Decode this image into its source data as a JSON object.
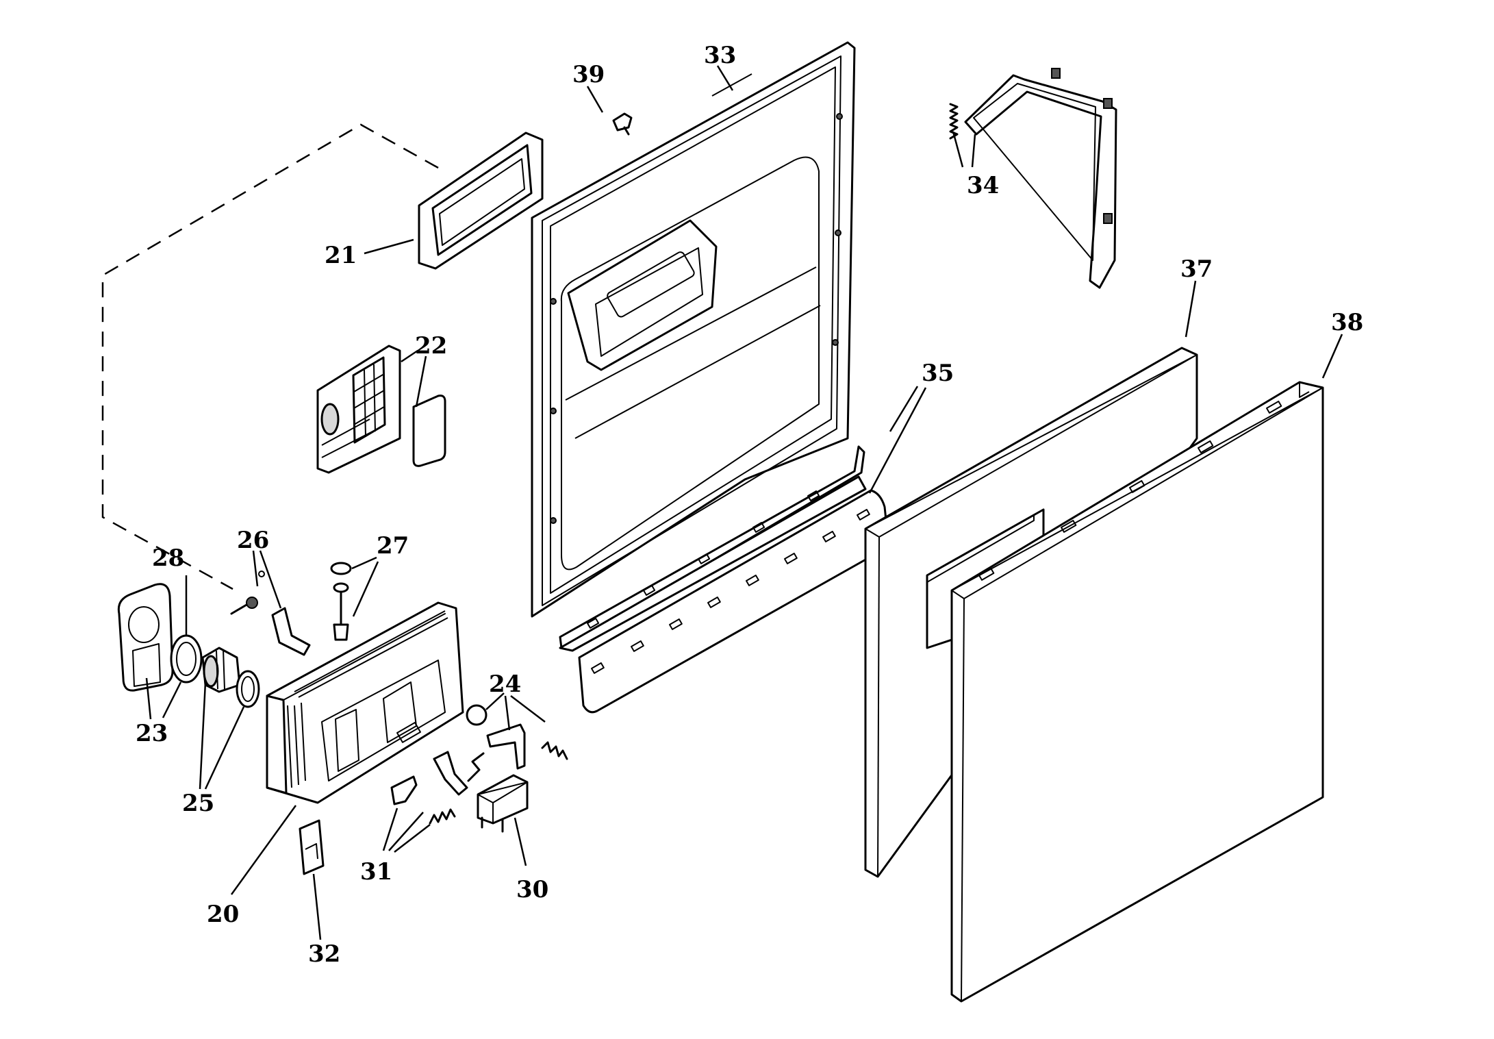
{
  "callouts": {
    "c20": "20",
    "c21": "21",
    "c22": "22",
    "c23": "23",
    "c24": "24",
    "c25": "25",
    "c26": "26",
    "c27": "27",
    "c28": "28",
    "c30": "30",
    "c31": "31",
    "c32": "32",
    "c33": "33",
    "c34": "34",
    "c35": "35",
    "c37": "37",
    "c38": "38",
    "c39": "39"
  }
}
